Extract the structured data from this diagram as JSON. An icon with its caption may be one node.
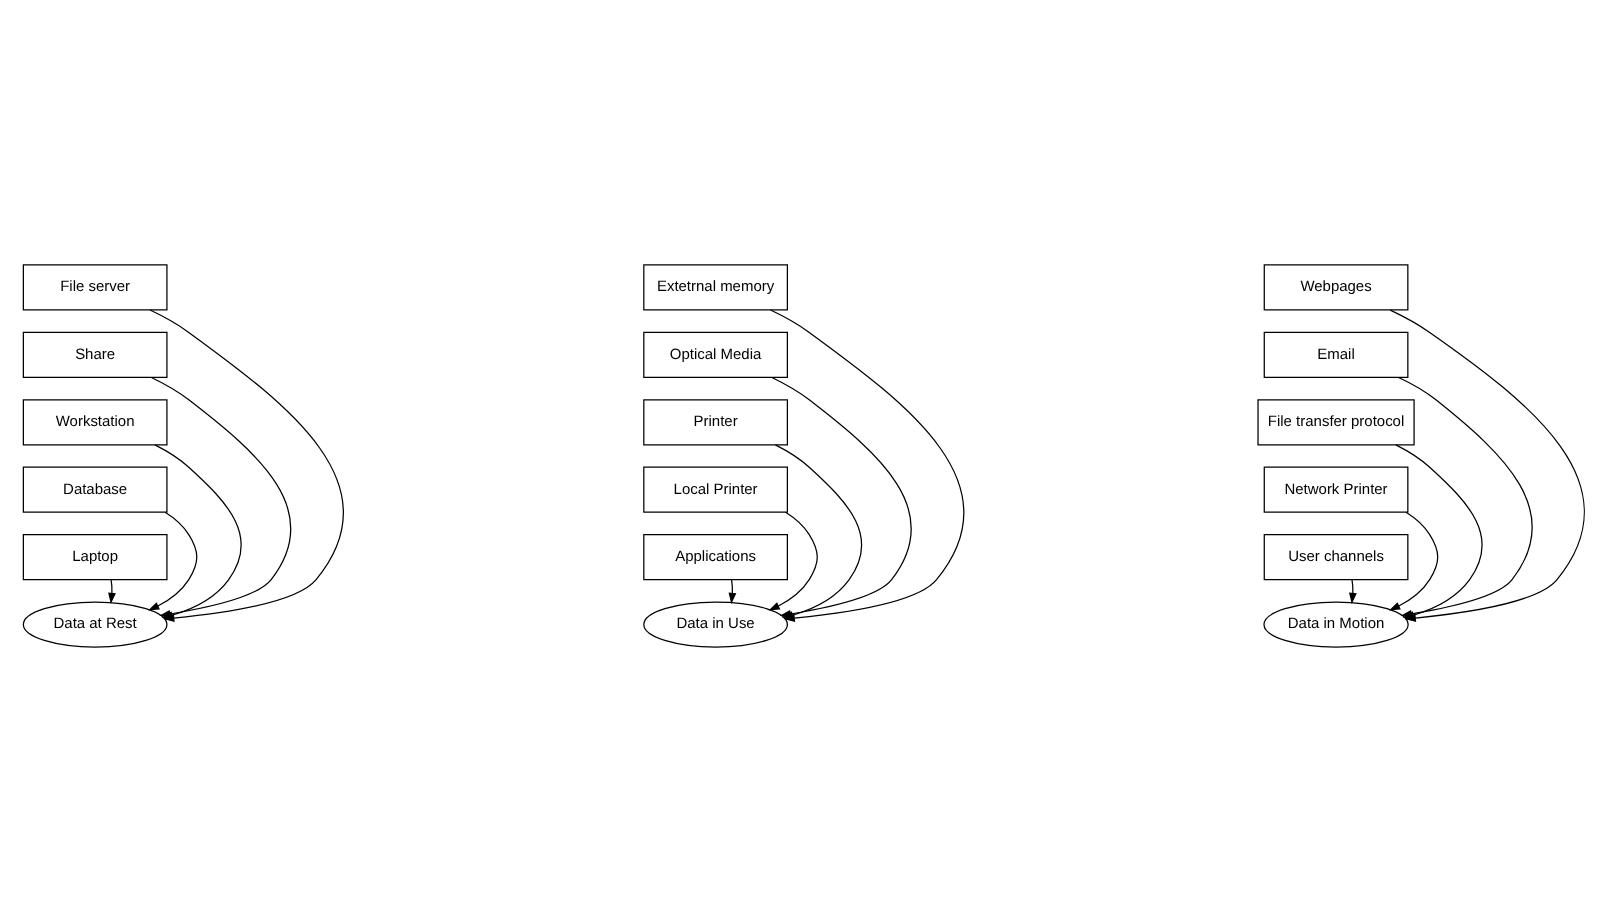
{
  "diagram": {
    "nodes": [
      {
        "text": [
          "File server"
        ]
      },
      {
        "text": [
          "Share"
        ]
      },
      {
        "text": [
          "Workstation"
        ]
      },
      {
        "text": [
          "Database"
        ]
      },
      {
        "text": [
          "Laptop"
        ]
      },
      {
        "text": [
          "Data at Rest"
        ]
      },
      {
        "text": [
          "Extetrnal memory"
        ]
      },
      {
        "text": [
          "Optical Media"
        ]
      },
      {
        "text": [
          "Printer"
        ]
      },
      {
        "text": [
          "Local Printer"
        ]
      },
      {
        "text": [
          "Applications"
        ]
      },
      {
        "text": [
          "Data in Use"
        ]
      },
      {
        "text": [
          "Webpages"
        ]
      },
      {
        "text": [
          "Email"
        ]
      },
      {
        "text": [
          "File transfer protocol"
        ]
      },
      {
        "text": [
          "Network Printer"
        ]
      },
      {
        "text": [
          "User channels"
        ]
      },
      {
        "text": [
          "Data in Motion"
        ]
      }
    ],
    "edges": [
      {
        "from": 0,
        "to": 5,
        "arrow": "to"
      },
      {
        "from": 1,
        "to": 5,
        "arrow": "to"
      },
      {
        "from": 2,
        "to": 5,
        "arrow": "to"
      },
      {
        "from": 3,
        "to": 5,
        "arrow": "to"
      },
      {
        "from": 4,
        "to": 5,
        "arrow": "to"
      },
      {
        "from": 6,
        "to": 11,
        "arrow": "to"
      },
      {
        "from": 7,
        "to": 11,
        "arrow": "to"
      },
      {
        "from": 8,
        "to": 11,
        "arrow": "to"
      },
      {
        "from": 9,
        "to": 11,
        "arrow": "to"
      },
      {
        "from": 10,
        "to": 11,
        "arrow": "to"
      },
      {
        "from": 12,
        "to": 17,
        "arrow": "to"
      },
      {
        "from": 13,
        "to": 17,
        "arrow": "to"
      },
      {
        "from": 14,
        "to": 17,
        "arrow": "to"
      },
      {
        "from": 15,
        "to": 17,
        "arrow": "to"
      },
      {
        "from": 16,
        "to": 17,
        "arrow": "to"
      }
    ]
  }
}
